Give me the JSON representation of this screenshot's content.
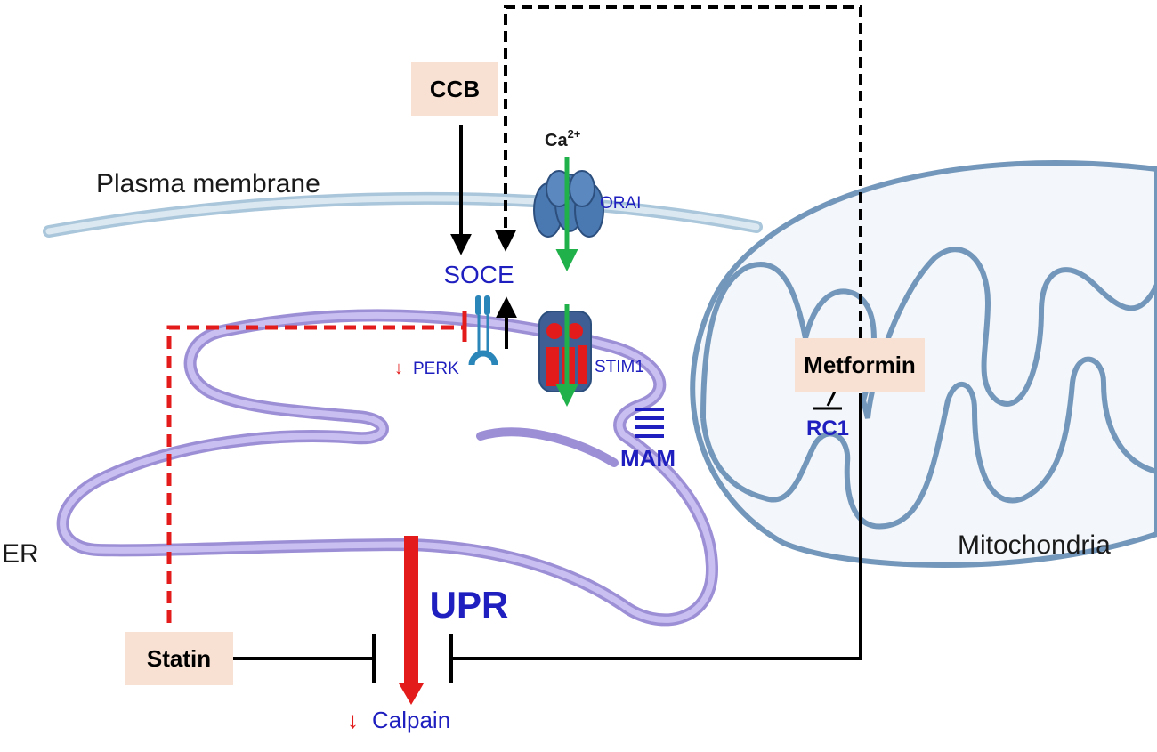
{
  "labels": {
    "plasma_membrane": "Plasma membrane",
    "ca": "Ca",
    "ca_sup": "2+",
    "orai": "ORAI",
    "soce": "SOCE",
    "perk": "PERK",
    "stim1": "STIM1",
    "mam": "MAM",
    "rc1": "RC1",
    "er": "ER",
    "mitochondria": "Mitochondria",
    "upr": "UPR",
    "calpain": "Calpain",
    "down_arrow": "↓"
  },
  "drugs": {
    "ccb": "CCB",
    "metformin": "Metformin",
    "statin": "Statin"
  },
  "colors": {
    "membrane_outline": "#a9c6da",
    "membrane_fill": "#dbe8f1",
    "er_outline": "#9d8fd6",
    "er_fill": "#c9bff0",
    "mito_outline": "#7397ba",
    "mito_fill": "#f3f6fa",
    "drug_box": "#f8e1d2",
    "label_blue": "#1f1fbf",
    "inhibition_red": "#e31b1b",
    "calcium_green": "#21b14b",
    "channel_blue": "#4a78b0"
  }
}
